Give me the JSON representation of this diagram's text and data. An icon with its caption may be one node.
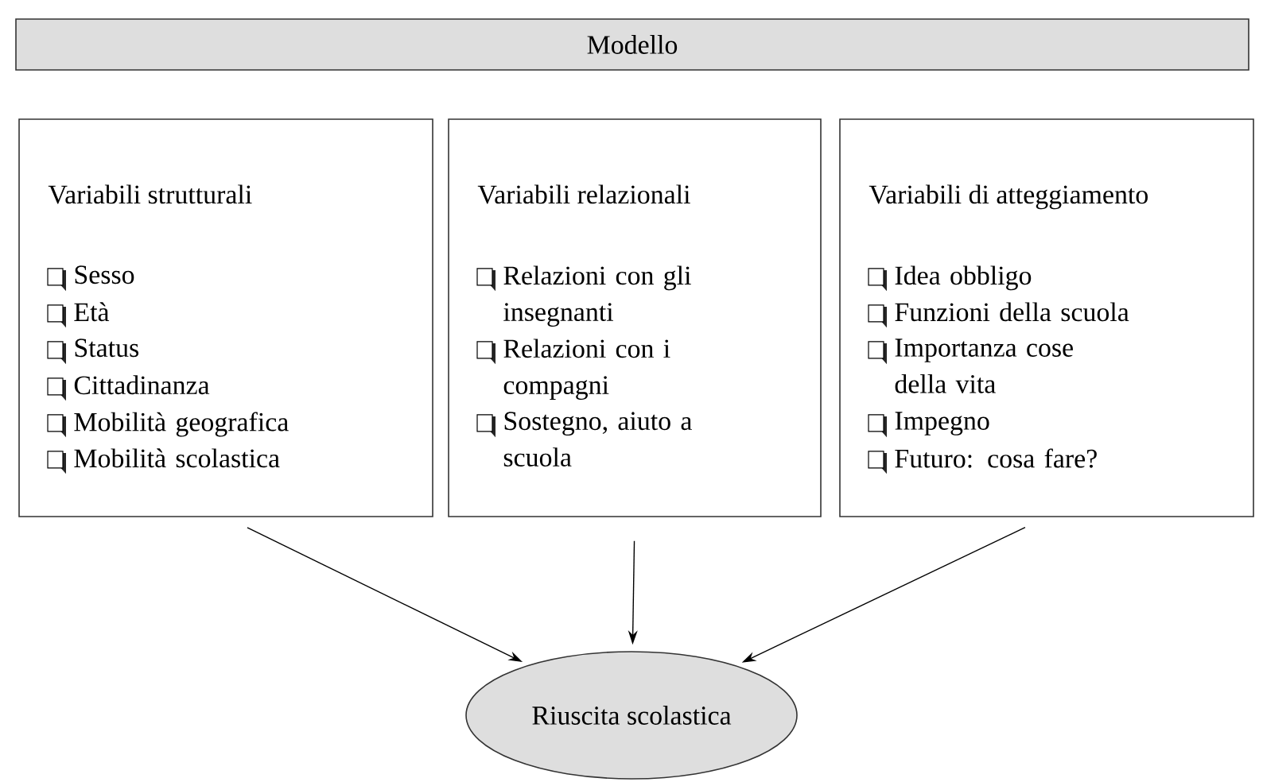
{
  "diagram": {
    "nodes": [
      {
        "text": [
          "Modello"
        ]
      },
      {
        "text": [
          "Variabili strutturali",
          "Sesso",
          "Età",
          "Status",
          "Cittadinanza",
          "Mobilità geografica",
          "Mobilità scolastica"
        ]
      },
      {
        "text": [
          "Variabili relazionali",
          "Relazioni con gli insegnanti",
          "Relazioni con i compagni",
          "Sostegno, aiuto a scuola"
        ]
      },
      {
        "text": [
          "Variabili di atteggiamento",
          "Idea obbligo",
          "Funzioni della scuola",
          "Importanza cose della vita",
          "Impegno",
          "Futuro: cosa fare?"
        ]
      },
      {
        "text": [
          "Riuscita scolastica"
        ]
      }
    ],
    "edges": [
      {
        "from": 1,
        "to": 4,
        "arrow": "to"
      },
      {
        "from": 2,
        "to": 4,
        "arrow": "to"
      },
      {
        "from": 3,
        "to": 4,
        "arrow": "to"
      }
    ]
  }
}
